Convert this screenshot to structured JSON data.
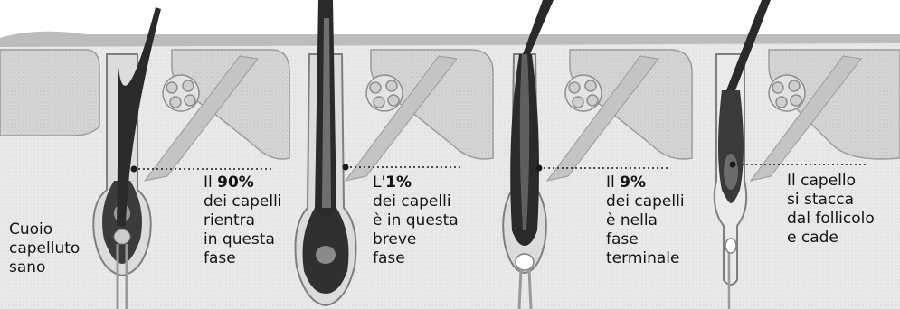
{
  "labels": {
    "healthy": [
      "Cuoio",
      "capelluto",
      "sano"
    ],
    "stage1": {
      "line1_pre": "Il ",
      "line1_bold": "90%",
      "lines": [
        "dei capelli",
        "rientra",
        "in questa",
        "fase"
      ]
    },
    "stage2": {
      "line1_pre": "L'",
      "line1_bold": "1%",
      "lines": [
        "dei capelli",
        "è in questa",
        "breve",
        "fase"
      ]
    },
    "stage3": {
      "line1_pre": "Il ",
      "line1_bold": "9%",
      "lines": [
        "dei capelli",
        "è nella",
        "fase",
        "terminale"
      ]
    },
    "stage4": [
      "Il capello",
      "si stacca",
      "dal follicolo",
      "e cade"
    ]
  },
  "colors": {
    "skin": "#d2d2d2",
    "skin_dark": "#a9a9a9",
    "sebaceous": "#bdbdbd",
    "hair": "#2e2e2e",
    "bulb_light": "#7a7a7a",
    "follicle_fill": "#e6e6e6",
    "text": "#141414"
  }
}
